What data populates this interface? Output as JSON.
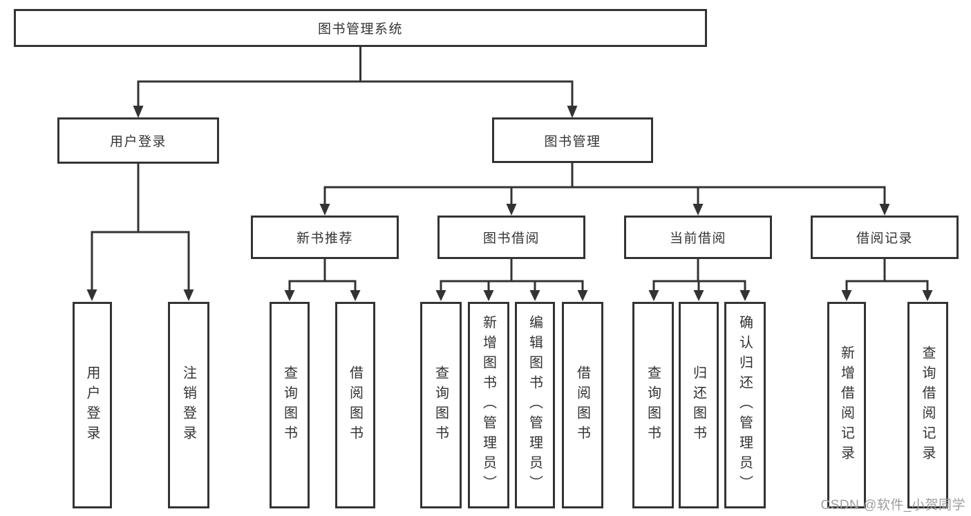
{
  "tree": {
    "label": "图书管理系统",
    "children": [
      {
        "label": "用户登录",
        "children": [
          {
            "label": "用户登录"
          },
          {
            "label": "注销登录"
          }
        ]
      },
      {
        "label": "图书管理",
        "children": [
          {
            "label": "新书推荐",
            "children": [
              {
                "label": "查询图书"
              },
              {
                "label": "借阅图书"
              }
            ]
          },
          {
            "label": "图书借阅",
            "children": [
              {
                "label": "查询图书"
              },
              {
                "label": "新增图书（管理员）"
              },
              {
                "label": "编辑图书（管理员）"
              },
              {
                "label": "借阅图书"
              }
            ]
          },
          {
            "label": "当前借阅",
            "children": [
              {
                "label": "查询图书"
              },
              {
                "label": "归还图书"
              },
              {
                "label": "确认归还（管理员）"
              }
            ]
          },
          {
            "label": "借阅记录",
            "children": [
              {
                "label": "新增借阅记录"
              },
              {
                "label": "查询借阅记录"
              }
            ]
          }
        ]
      }
    ]
  },
  "watermark": {
    "text": "CSDN @软件_小贺同学"
  },
  "colors": {
    "line": "#333333",
    "text": "#333333",
    "box_background": "#ffffff",
    "page_background": "#ffffff",
    "watermark": "#9e9e9e"
  }
}
